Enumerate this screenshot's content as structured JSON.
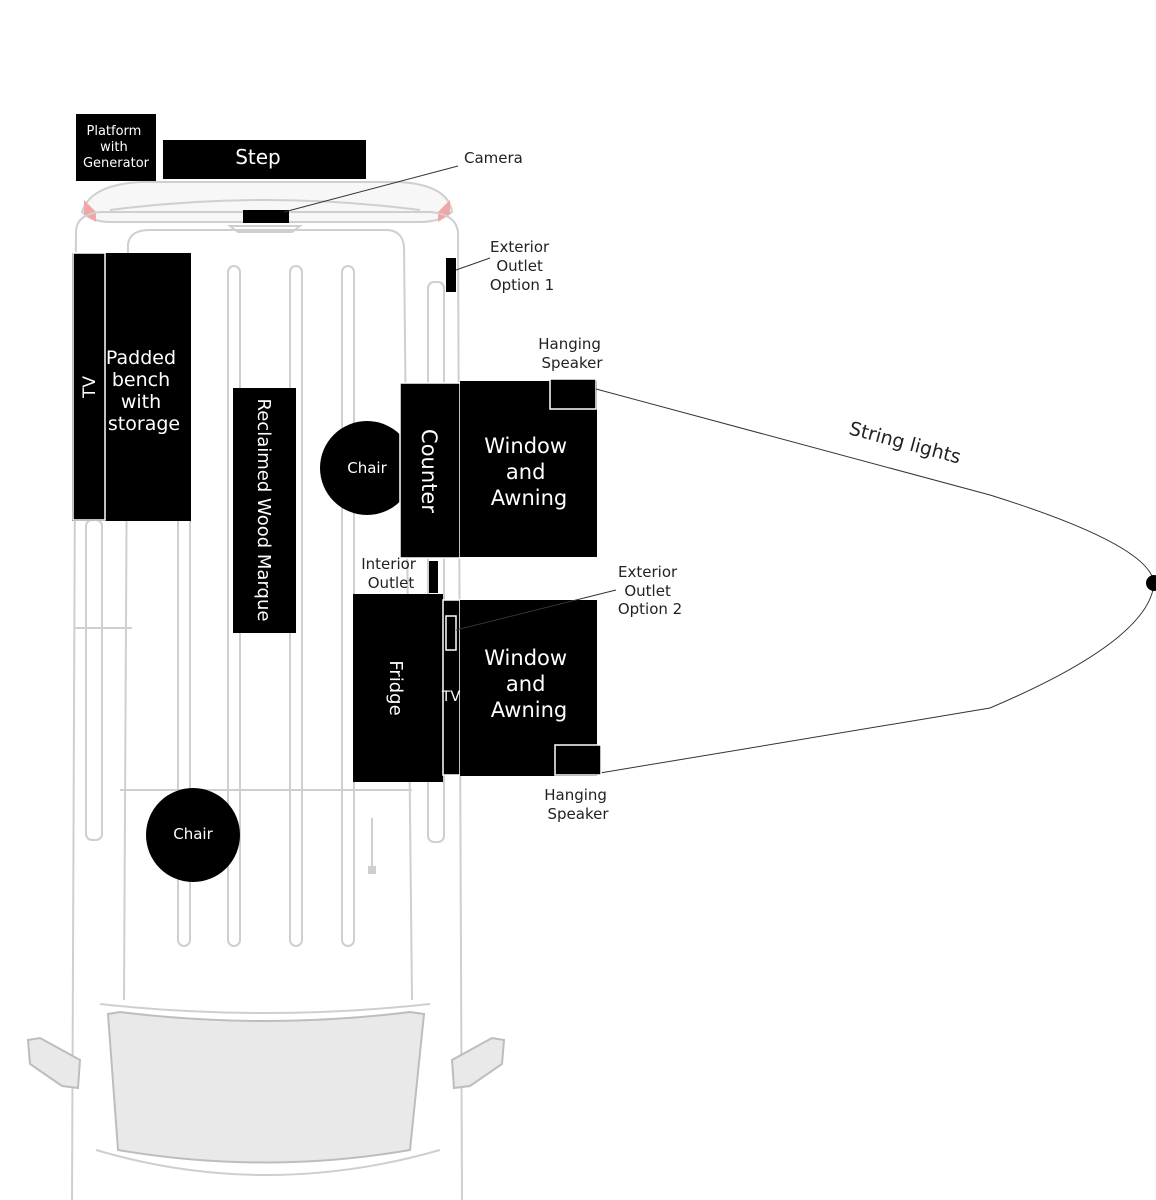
{
  "items": {
    "platform": [
      "Platform",
      "with",
      "Generator"
    ],
    "step": "Step",
    "camera": "Camera",
    "exterior_outlet_1": [
      "Exterior",
      "Outlet",
      "Option 1"
    ],
    "tv_rear": "TV",
    "padded_bench": [
      "Padded",
      "bench",
      "with",
      "storage"
    ],
    "reclaimed_wood": "Reclaimed Wood Marque",
    "chair_top": "Chair",
    "counter": "Counter",
    "hanging_speaker_top": [
      "Hanging",
      "Speaker"
    ],
    "window_awning_top": [
      "Window",
      "and",
      "Awning"
    ],
    "string_lights": "String lights",
    "interior_outlet": [
      "Interior",
      "Outlet"
    ],
    "exterior_outlet_2": [
      "Exterior",
      "Outlet",
      "Option 2"
    ],
    "fridge": "Fridge",
    "tv_side": "TV",
    "window_awning_bottom": [
      "Window",
      "and",
      "Awning"
    ],
    "hanging_speaker_bottom": [
      "Hanging",
      "Speaker"
    ],
    "chair_bottom": "Chair"
  }
}
